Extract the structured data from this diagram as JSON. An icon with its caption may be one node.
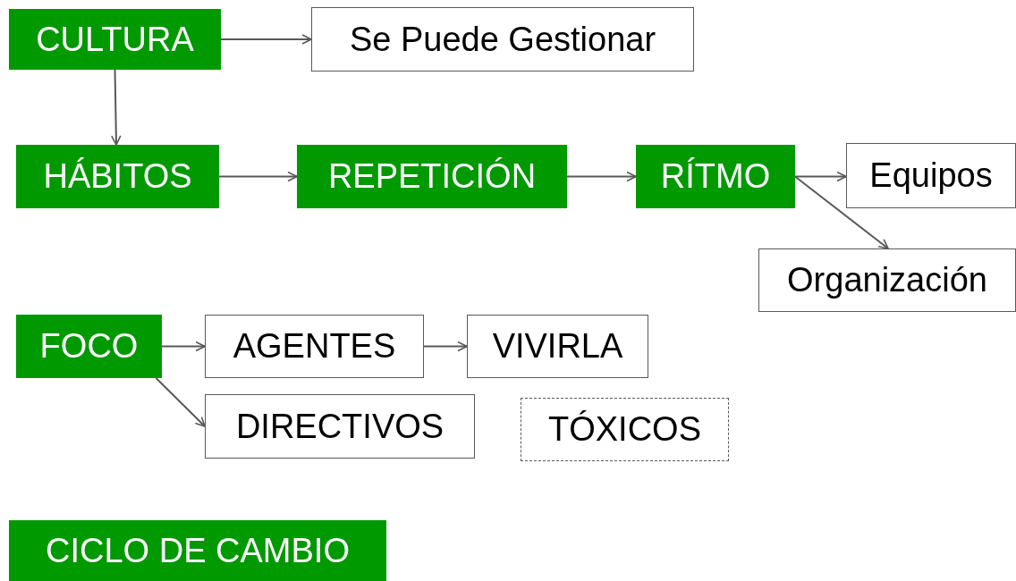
{
  "diagram": {
    "nodes": [
      {
        "text": [
          "CULTURA"
        ]
      },
      {
        "text": [
          "Se Puede Gestionar"
        ]
      },
      {
        "text": [
          "HÁBITOS"
        ]
      },
      {
        "text": [
          "REPETICIÓN"
        ]
      },
      {
        "text": [
          "RÍTMO"
        ]
      },
      {
        "text": [
          "Equipos"
        ]
      },
      {
        "text": [
          "Organización"
        ]
      },
      {
        "text": [
          "FOCO"
        ]
      },
      {
        "text": [
          "AGENTES"
        ]
      },
      {
        "text": [
          "VIVIRLA"
        ]
      },
      {
        "text": [
          "DIRECTIVOS"
        ]
      },
      {
        "text": [
          "TÓXICOS"
        ]
      },
      {
        "text": [
          "CICLO DE CAMBIO"
        ]
      }
    ],
    "edges": [
      {
        "from": 0,
        "to": 1,
        "arrow": "to"
      },
      {
        "from": 0,
        "to": 2,
        "arrow": "to"
      },
      {
        "from": 2,
        "to": 3,
        "arrow": "to"
      },
      {
        "from": 3,
        "to": 4,
        "arrow": "to"
      },
      {
        "from": 4,
        "to": 5,
        "arrow": "to"
      },
      {
        "from": 4,
        "to": 6,
        "arrow": "to"
      },
      {
        "from": 7,
        "to": 8,
        "arrow": "to"
      },
      {
        "from": 8,
        "to": 9,
        "arrow": "to"
      },
      {
        "from": 7,
        "to": 10,
        "arrow": "to"
      }
    ]
  }
}
